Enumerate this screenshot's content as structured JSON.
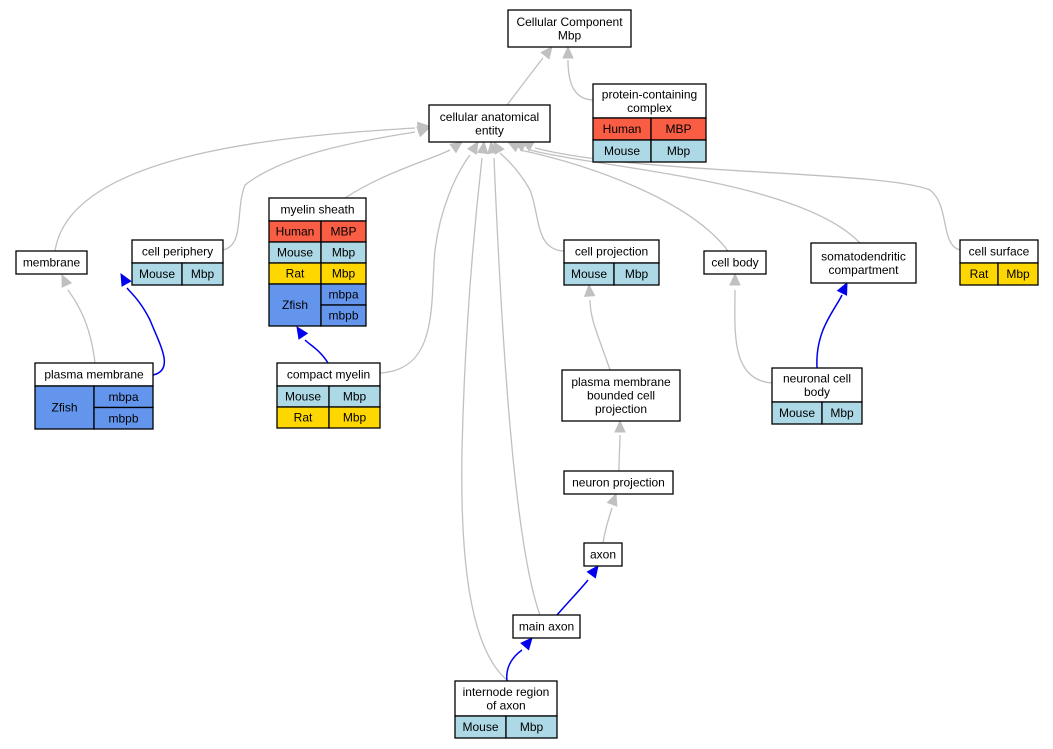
{
  "colors": {
    "human": "#f95d43",
    "mouse": "#add8e6",
    "rat": "#ffd700",
    "zfish": "#6495ed",
    "edge_gray": "#c0c0c0",
    "edge_blue": "#0000ee"
  },
  "nodes": {
    "root": {
      "lines": [
        "Cellular Component",
        "Mbp"
      ]
    },
    "cae": {
      "lines": [
        "cellular anatomical",
        "entity"
      ]
    },
    "pcc": {
      "lines": [
        "protein-containing",
        "complex"
      ],
      "rows": [
        [
          "Human",
          "MBP"
        ],
        [
          "Mouse",
          "Mbp"
        ]
      ]
    },
    "membrane": {
      "lines": [
        "membrane"
      ]
    },
    "cperiph": {
      "lines": [
        "cell periphery"
      ],
      "rows": [
        [
          "Mouse",
          "Mbp"
        ]
      ]
    },
    "myelin": {
      "lines": [
        "myelin sheath"
      ],
      "rows": [
        [
          "Human",
          "MBP"
        ],
        [
          "Mouse",
          "Mbp"
        ],
        [
          "Rat",
          "Mbp"
        ]
      ],
      "zfish": [
        "Zfish",
        "mbpa",
        "mbpb"
      ]
    },
    "cproj": {
      "lines": [
        "cell projection"
      ],
      "rows": [
        [
          "Mouse",
          "Mbp"
        ]
      ]
    },
    "cbody": {
      "lines": [
        "cell body"
      ]
    },
    "somato": {
      "lines": [
        "somatodendritic",
        "compartment"
      ]
    },
    "csurf": {
      "lines": [
        "cell surface"
      ],
      "rows": [
        [
          "Rat",
          "Mbp"
        ]
      ]
    },
    "pmem": {
      "lines": [
        "plasma membrane"
      ],
      "zfish": [
        "Zfish",
        "mbpa",
        "mbpb"
      ]
    },
    "cmyelin": {
      "lines": [
        "compact myelin"
      ],
      "rows": [
        [
          "Mouse",
          "Mbp"
        ],
        [
          "Rat",
          "Mbp"
        ]
      ]
    },
    "pmbcp": {
      "lines": [
        "plasma membrane",
        "bounded cell",
        "projection"
      ]
    },
    "ncb": {
      "lines": [
        "neuronal cell",
        "body"
      ],
      "rows": [
        [
          "Mouse",
          "Mbp"
        ]
      ]
    },
    "nproj": {
      "lines": [
        "neuron projection"
      ]
    },
    "axon": {
      "lines": [
        "axon"
      ]
    },
    "mainaxon": {
      "lines": [
        "main axon"
      ]
    },
    "internode": {
      "lines": [
        "internode region",
        "of axon"
      ],
      "rows": [
        [
          "Mouse",
          "Mbp"
        ]
      ]
    }
  }
}
